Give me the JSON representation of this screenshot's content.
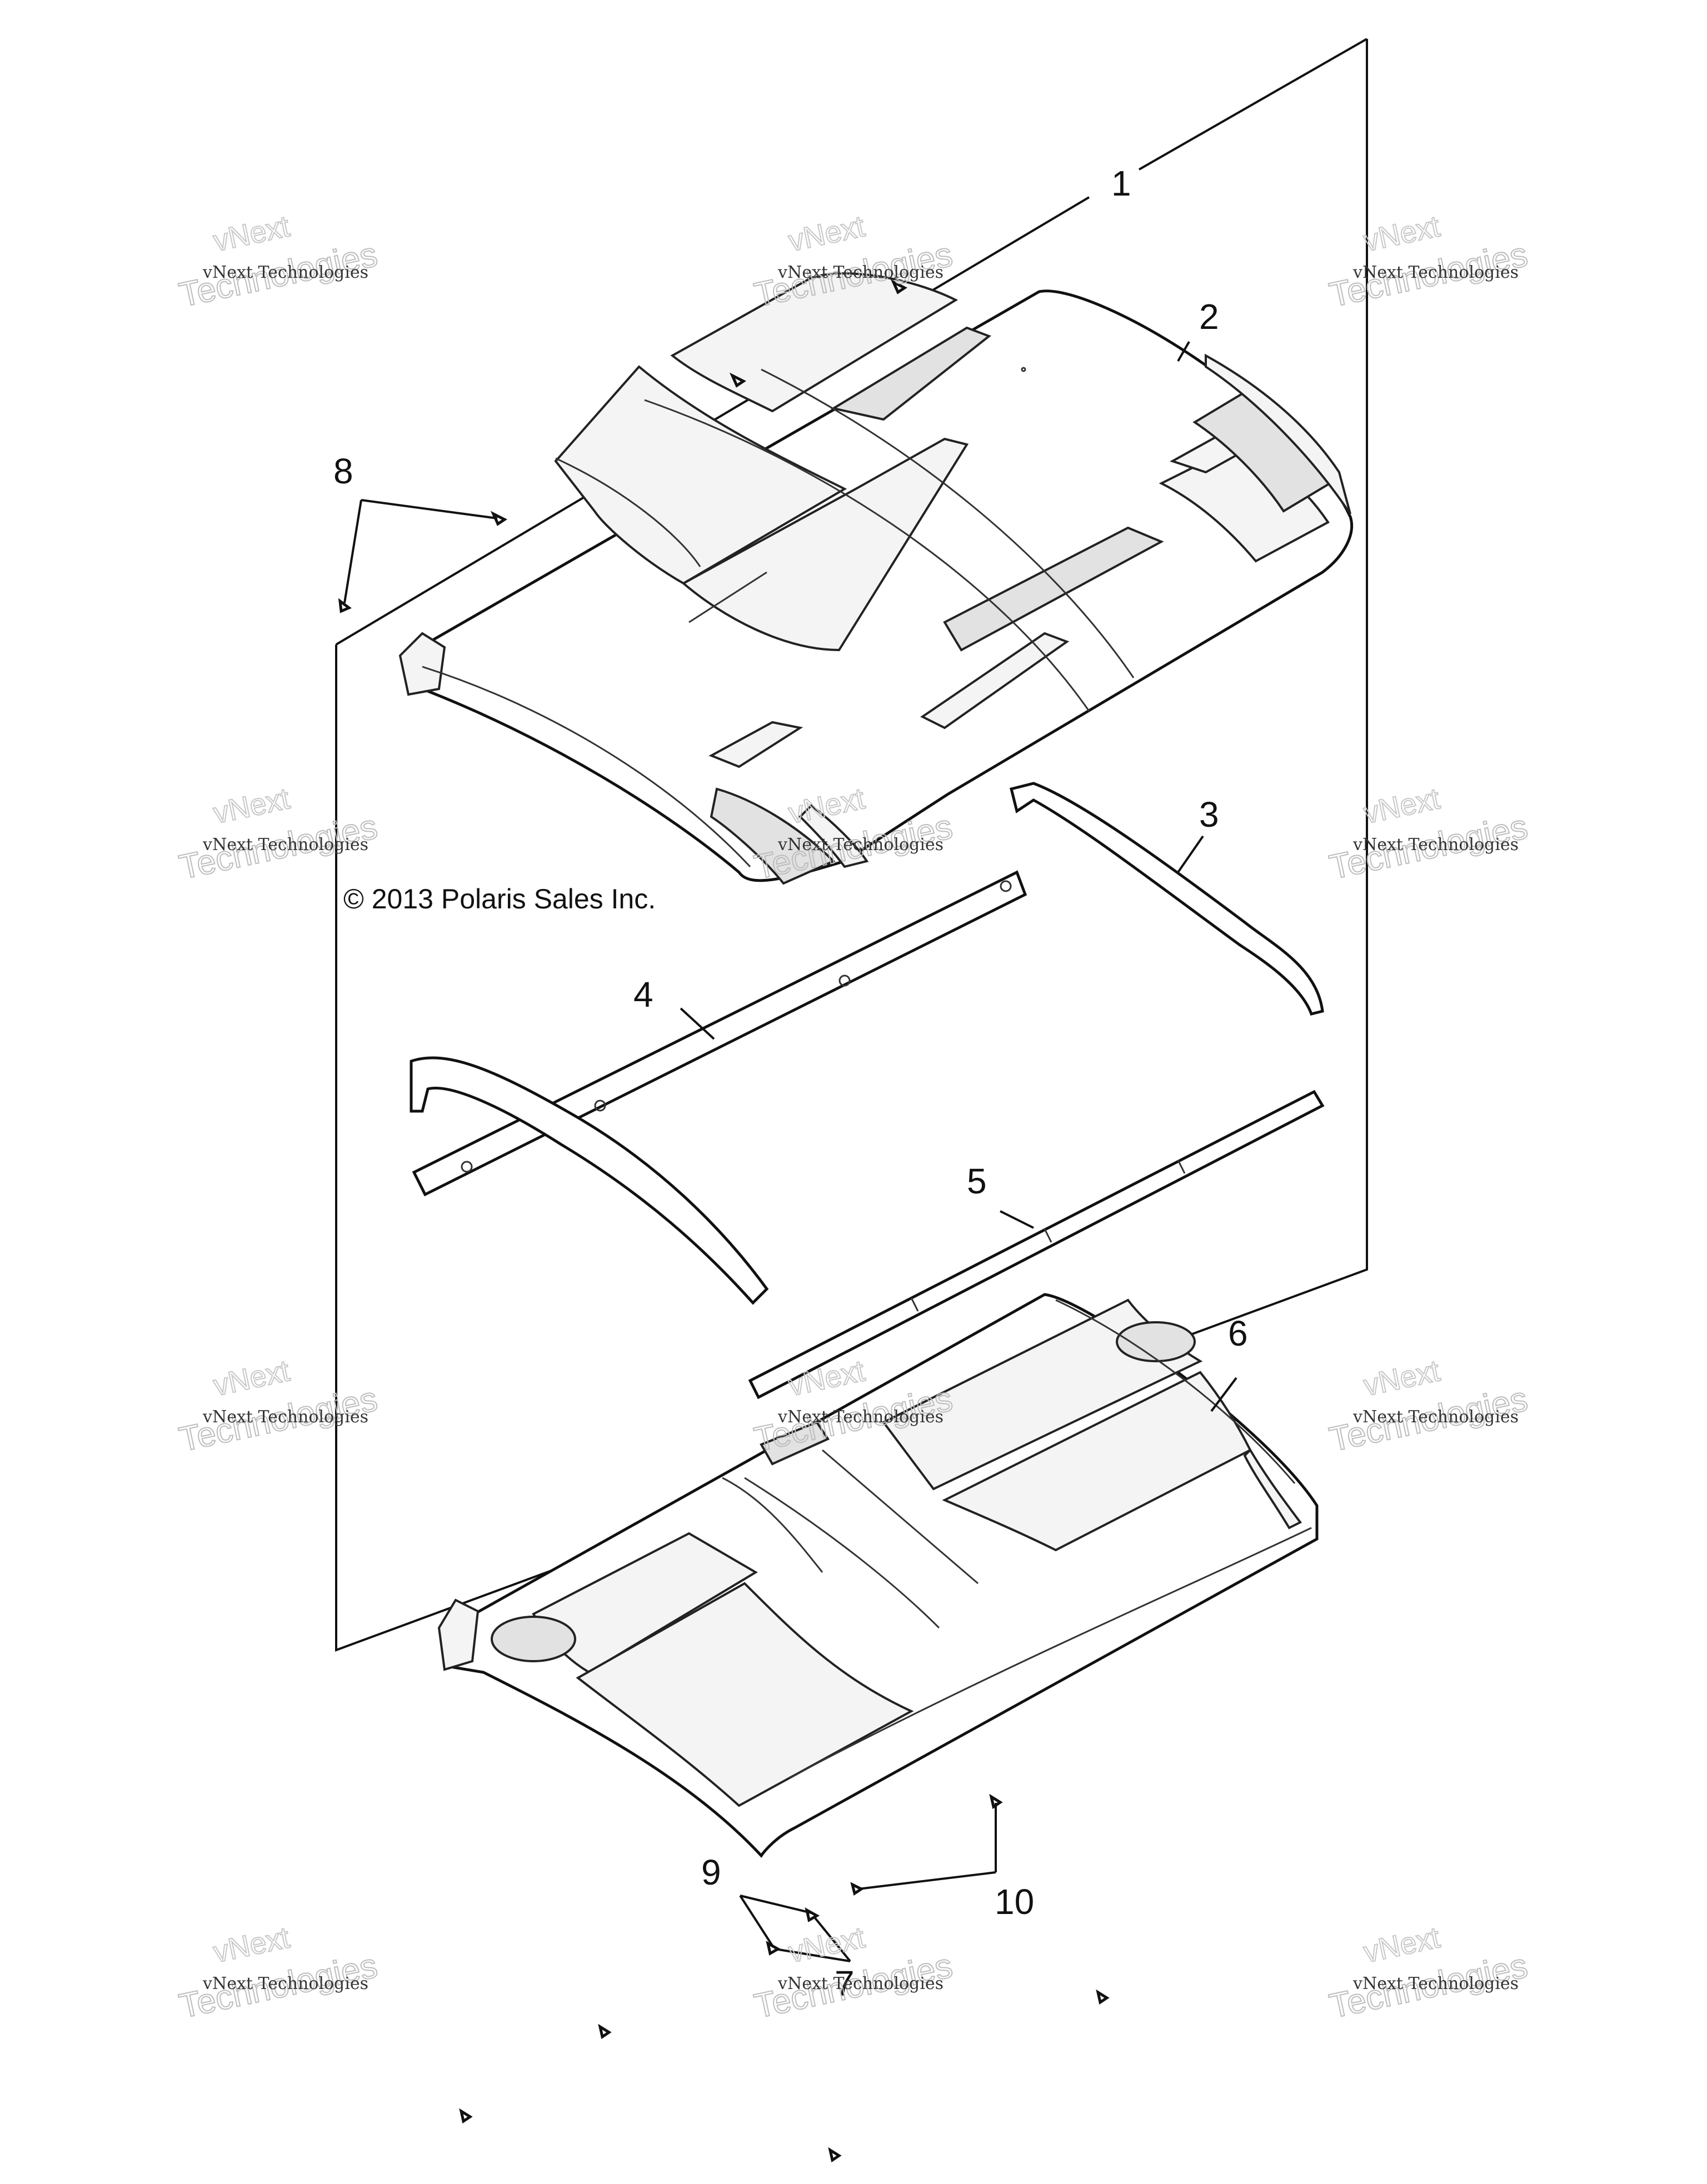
{
  "copyright": "© 2013 Polaris Sales Inc.",
  "callouts": {
    "c1": "1",
    "c2": "2",
    "c3": "3",
    "c4": "4",
    "c5": "5",
    "c6": "6",
    "c7": "7",
    "c8": "8",
    "c9": "9",
    "c10": "10"
  },
  "watermark": {
    "line_small": "vNext Technologies",
    "line_word1": "vNext",
    "line_word2": "Technologies"
  }
}
